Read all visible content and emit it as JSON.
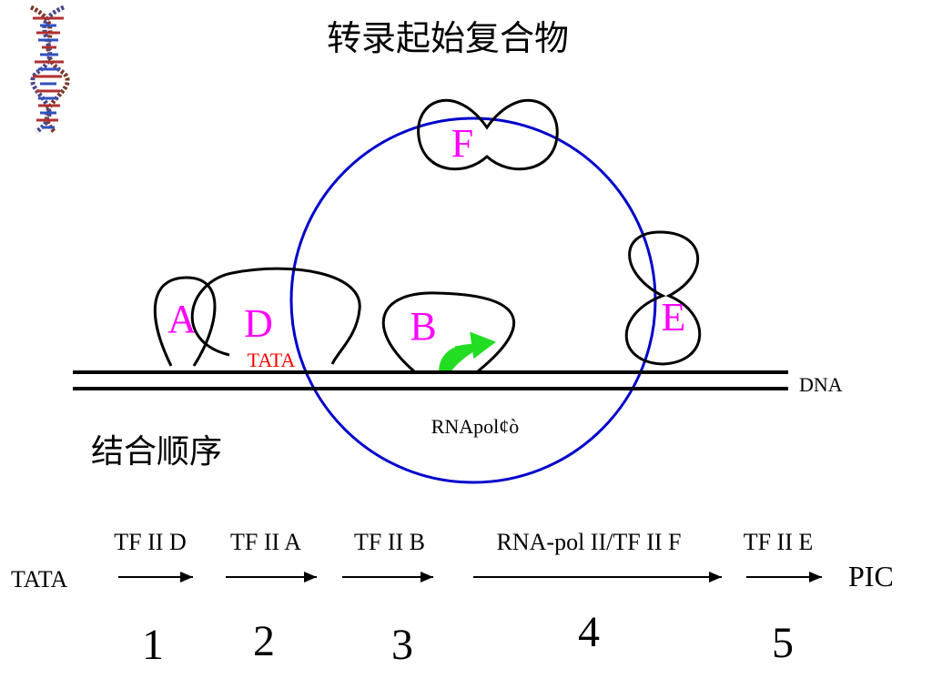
{
  "slide": {
    "title": "转录起始复合物",
    "order_heading": "结合顺序"
  },
  "diagram": {
    "factor_A": "A",
    "factor_D": "D",
    "factor_B": "B",
    "factor_E": "E",
    "factor_F": "F",
    "tata_label": "TATA",
    "dna_label": "DNA",
    "rnapol_label": "RNApol¢ò"
  },
  "sequence": {
    "start": "TATA",
    "end": "PIC",
    "steps": [
      {
        "label": "TF II D",
        "number": "1"
      },
      {
        "label": "TF II A",
        "number": "2"
      },
      {
        "label": "TF II B",
        "number": "3"
      },
      {
        "label": "RNA-pol II/TF II F",
        "number": "4"
      },
      {
        "label": "TF II E",
        "number": "5"
      }
    ]
  },
  "colors": {
    "magenta_label": "#ff00ff",
    "tata_red": "#ff0000",
    "circle_blue": "#0000cc",
    "arrow_green": "#22dd22",
    "outline": "#000000"
  },
  "icons": {
    "corner_image": "dna-helix-icon"
  }
}
